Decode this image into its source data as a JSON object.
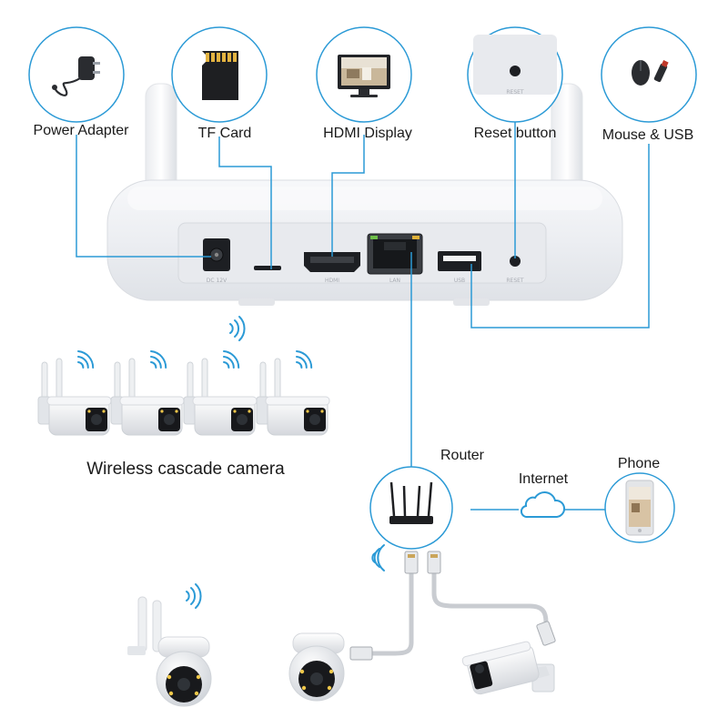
{
  "features": {
    "power_adapter": "Power Adapter",
    "tf_card": "TF Card",
    "hdmi_display": "HDMI Display",
    "reset_button": "Reset button",
    "mouse_usb": "Mouse & USB"
  },
  "device": {
    "port_labels": {
      "dc": "DC 12V",
      "hdmi": "HDMI",
      "lan": "LAN",
      "usb": "USB",
      "reset": "RESET"
    },
    "reset_zoom_label": "RESET"
  },
  "network": {
    "wireless_cameras": "Wireless cascade camera",
    "router": "Router",
    "internet": "Internet",
    "phone": "Phone"
  },
  "colors": {
    "connector_line": "#2b9ad6",
    "device_body": "#eef0f3",
    "cable_gray": "#c9ccd1"
  }
}
